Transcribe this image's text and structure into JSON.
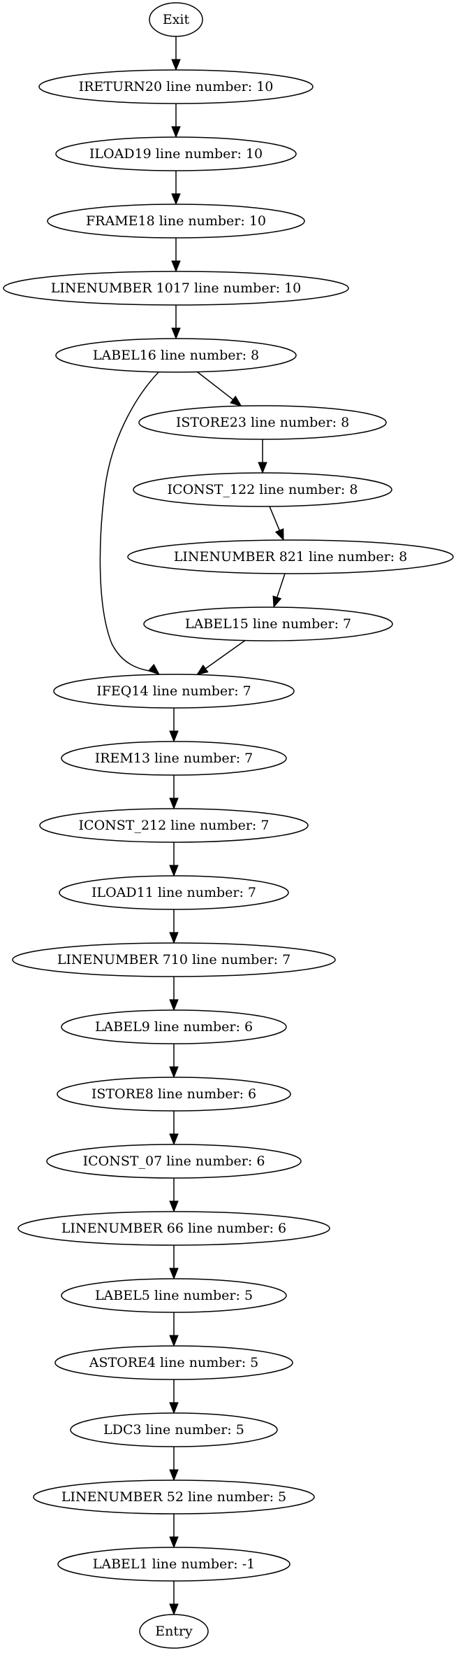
{
  "nodes": [
    {
      "id": "exit",
      "label": "Exit"
    },
    {
      "id": "ireturn20",
      "label": "IRETURN20  line number: 10"
    },
    {
      "id": "iload19",
      "label": "ILOAD19  line number: 10"
    },
    {
      "id": "frame18",
      "label": "FRAME18  line number: 10"
    },
    {
      "id": "linenumber1017",
      "label": "LINENUMBER 1017  line number: 10"
    },
    {
      "id": "label16",
      "label": "LABEL16  line number: 8"
    },
    {
      "id": "istore23",
      "label": "ISTORE23  line number: 8"
    },
    {
      "id": "iconst122",
      "label": "ICONST_122  line number: 8"
    },
    {
      "id": "linenumber821",
      "label": "LINENUMBER 821  line number: 8"
    },
    {
      "id": "label15",
      "label": "LABEL15  line number: 7"
    },
    {
      "id": "ifeq14",
      "label": "IFEQ14  line number: 7"
    },
    {
      "id": "irem13",
      "label": "IREM13  line number: 7"
    },
    {
      "id": "iconst212",
      "label": "ICONST_212  line number: 7"
    },
    {
      "id": "iload11",
      "label": "ILOAD11  line number: 7"
    },
    {
      "id": "linenumber710",
      "label": "LINENUMBER 710  line number: 7"
    },
    {
      "id": "label9",
      "label": "LABEL9  line number: 6"
    },
    {
      "id": "istore8",
      "label": "ISTORE8  line number: 6"
    },
    {
      "id": "iconst07",
      "label": "ICONST_07  line number: 6"
    },
    {
      "id": "linenumber66",
      "label": "LINENUMBER 66  line number: 6"
    },
    {
      "id": "label5",
      "label": "LABEL5  line number: 5"
    },
    {
      "id": "astore4",
      "label": "ASTORE4  line number: 5"
    },
    {
      "id": "ldc3",
      "label": "LDC3  line number: 5"
    },
    {
      "id": "linenumber52",
      "label": "LINENUMBER 52  line number: 5"
    },
    {
      "id": "label1",
      "label": "LABEL1  line number: -1"
    },
    {
      "id": "entry",
      "label": "Entry"
    }
  ],
  "edges": [
    {
      "from": "exit",
      "to": "ireturn20"
    },
    {
      "from": "ireturn20",
      "to": "iload19"
    },
    {
      "from": "iload19",
      "to": "frame18"
    },
    {
      "from": "frame18",
      "to": "linenumber1017"
    },
    {
      "from": "linenumber1017",
      "to": "label16"
    },
    {
      "from": "label16",
      "to": "istore23"
    },
    {
      "from": "label16",
      "to": "ifeq14"
    },
    {
      "from": "istore23",
      "to": "iconst122"
    },
    {
      "from": "iconst122",
      "to": "linenumber821"
    },
    {
      "from": "linenumber821",
      "to": "label15"
    },
    {
      "from": "label15",
      "to": "ifeq14"
    },
    {
      "from": "ifeq14",
      "to": "irem13"
    },
    {
      "from": "irem13",
      "to": "iconst212"
    },
    {
      "from": "iconst212",
      "to": "iload11"
    },
    {
      "from": "iload11",
      "to": "linenumber710"
    },
    {
      "from": "linenumber710",
      "to": "label9"
    },
    {
      "from": "label9",
      "to": "istore8"
    },
    {
      "from": "istore8",
      "to": "iconst07"
    },
    {
      "from": "iconst07",
      "to": "linenumber66"
    },
    {
      "from": "linenumber66",
      "to": "label5"
    },
    {
      "from": "label5",
      "to": "astore4"
    },
    {
      "from": "astore4",
      "to": "ldc3"
    },
    {
      "from": "ldc3",
      "to": "linenumber52"
    },
    {
      "from": "linenumber52",
      "to": "label1"
    },
    {
      "from": "label1",
      "to": "entry"
    }
  ]
}
